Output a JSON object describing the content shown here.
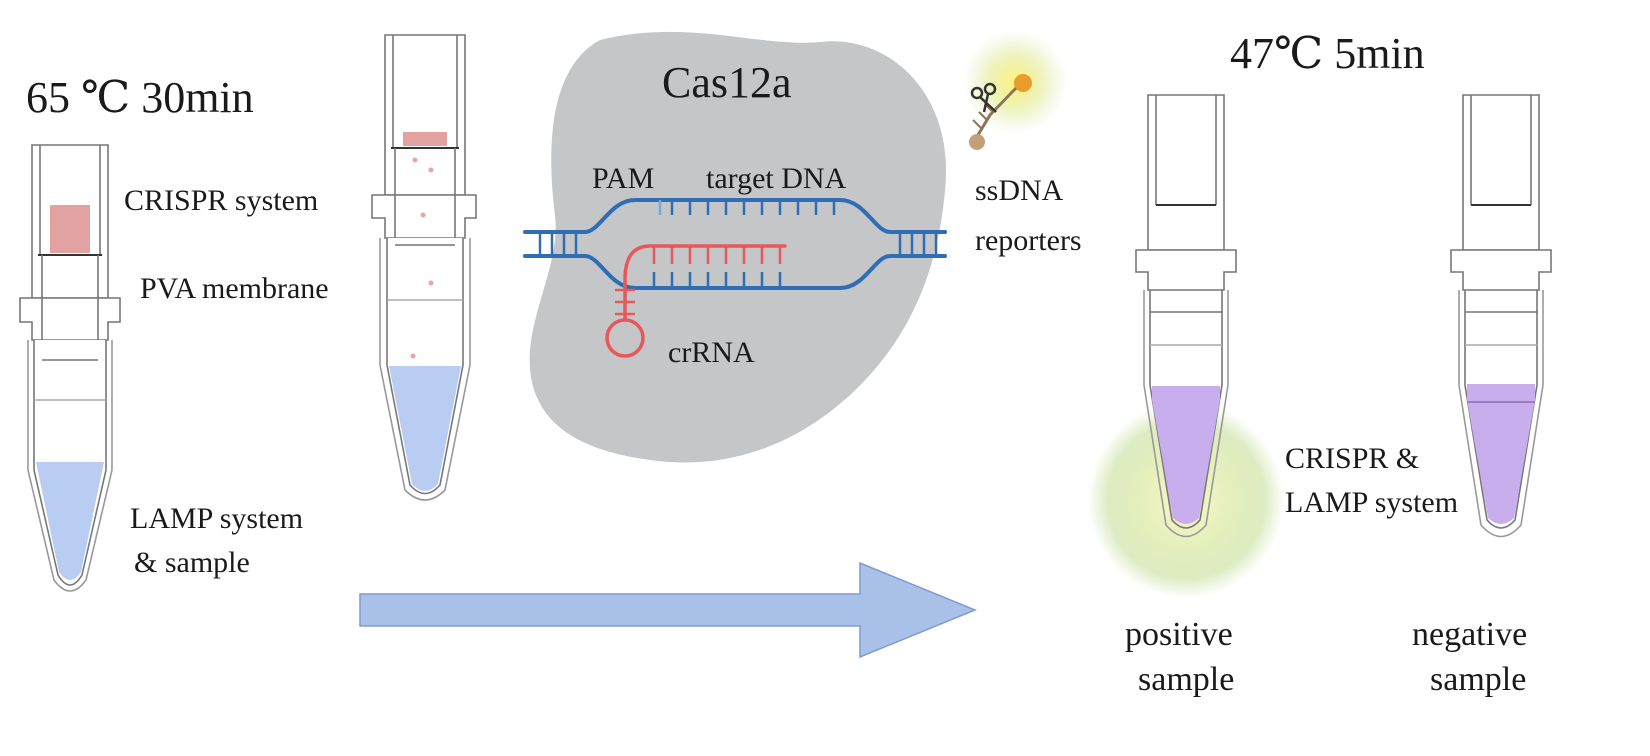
{
  "left_panel": {
    "step_label": "65 ℃ 30min",
    "labels": {
      "crispr_system": "CRISPR system",
      "pva_membrane": "PVA membrane",
      "lamp_line1": "LAMP system",
      "lamp_line2": "& sample"
    }
  },
  "center_panel": {
    "protein": "Cas12a",
    "pam": "PAM",
    "target_dna": "target DNA",
    "crrna": "crRNA",
    "reporter_line1": "ssDNA",
    "reporter_line2": "reporters"
  },
  "right_panel": {
    "step_label": "47℃ 5min",
    "mix_line1": "CRISPR &",
    "mix_line2": "LAMP system",
    "positive_line1": "positive",
    "positive_line2": "sample",
    "negative_line1": "negative",
    "negative_line2": "sample"
  },
  "colors": {
    "crispr_layer": "#e3a2a2",
    "lamp_liquid": "#b9ccf1",
    "mixed_liquid": "#c9aeee",
    "dna_strand": "#2f6db5",
    "crrna_strand": "#e8585a",
    "cas_blob": "#c4c6c7",
    "arrow": "#a9c0e8",
    "glow": "#d6e8a4"
  }
}
